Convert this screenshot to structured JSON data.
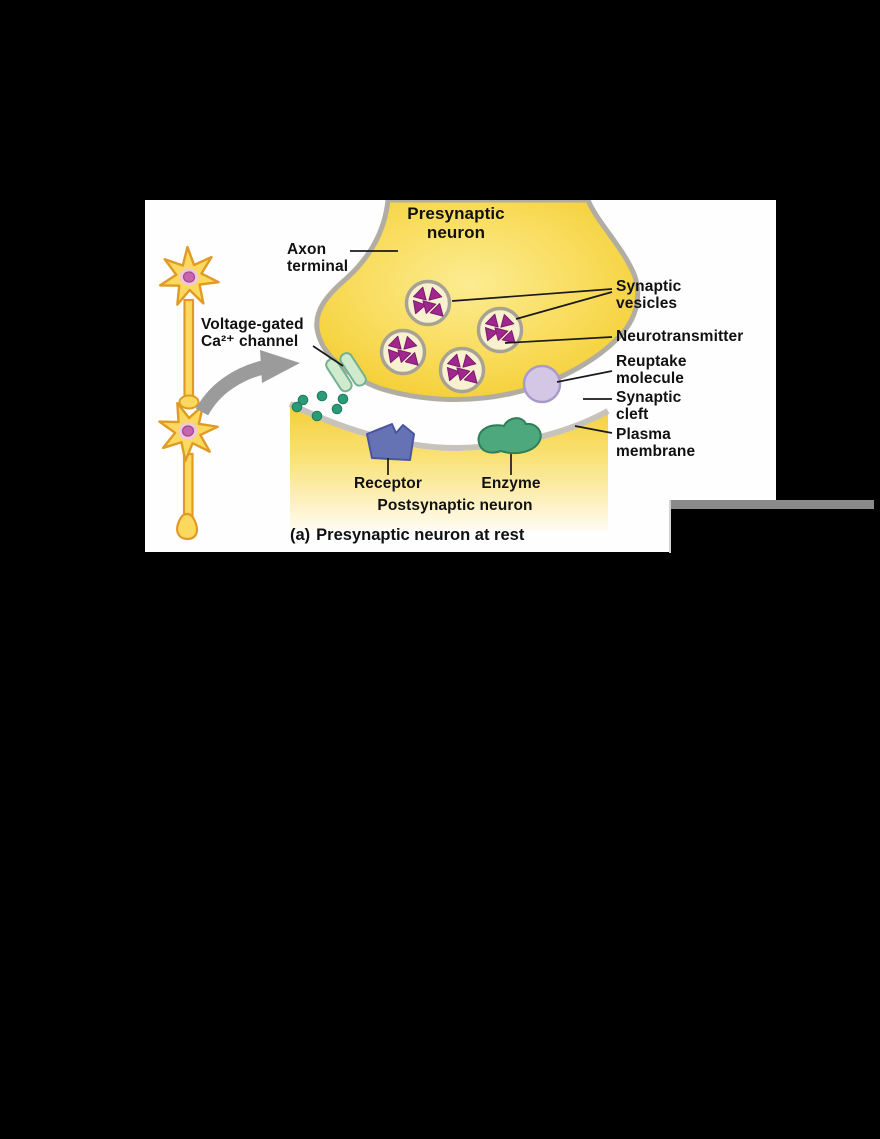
{
  "figure": {
    "caption": {
      "marker": "(a)",
      "text": "Presynaptic neuron at rest"
    },
    "labels": {
      "presynaptic_neuron": "Presynaptic\nneuron",
      "axon_terminal": "Axon\nterminal",
      "voltage_gated_channel": "Voltage-gated\nCa²⁺ channel",
      "synaptic_vesicles": "Synaptic\nvesicles",
      "neurotransmitter": "Neurotransmitter",
      "reuptake_molecule": "Reuptake\nmolecule",
      "synaptic_cleft": "Synaptic\ncleft",
      "plasma_membrane": "Plasma\nmembrane",
      "receptor": "Receptor",
      "enzyme": "Enzyme",
      "postsynaptic_neuron": "Postsynaptic neuron"
    },
    "colors": {
      "background": "#000000",
      "panel": "#fefefe",
      "neuron_yellow": "#f9da5d",
      "neuron_outline": "#e09a26",
      "terminal_membrane_gray": "#b1ada3",
      "vesicle_triangle_magenta": "#a1278e",
      "calcium_channel_green": "#cfeacd",
      "neurotransmitter_dot_green": "#2b9a77",
      "receptor_blue": "#6573b5",
      "enzyme_green": "#4ea87d",
      "reuptake_lavender": "#d3c7e5",
      "nucleus_pink": "#c766ae",
      "arrow_gray": "#9b9b9b",
      "label_text": "#111111",
      "overlay_bar_gray": "#8a8a8a"
    }
  }
}
